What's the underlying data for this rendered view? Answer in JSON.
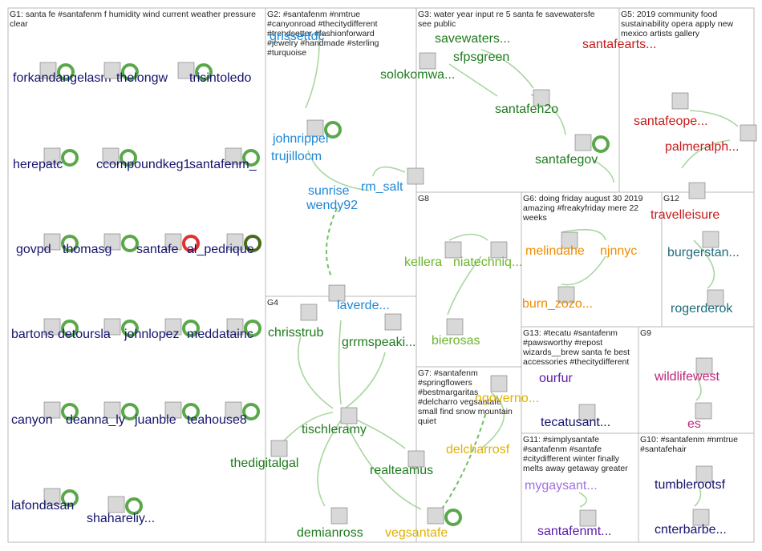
{
  "palette": {
    "navy": "#14146e",
    "blue": "#1e88d6",
    "green": "#1f7a1f",
    "dgreen": "#1a5c1a",
    "lgreen": "#6cb52b",
    "red": "#c81a1a",
    "orange": "#f08c00",
    "amber": "#e0b000",
    "purple": "#5c1aa8",
    "lpurple": "#a070e0",
    "teal": "#1c6b7a",
    "magenta": "#c0237a",
    "edge": "#a9d7a0"
  },
  "groups": [
    {
      "id": "G1",
      "text": "G1: santa fe #santafenm f humidity wind current weather pressure clear"
    },
    {
      "id": "G2",
      "text": "G2: #santafenm #nmtrue #canyonroad #thecitydifferent #trendsetter #fashionforward #jewelry #handmade #sterling #turquoise"
    },
    {
      "id": "G3",
      "text": "G3: water year input re 5 santa fe savewatersfe see public"
    },
    {
      "id": "G4",
      "text": "G4"
    },
    {
      "id": "G5",
      "text": "G5: 2019 community food sustainability opera apply new mexico artists gallery"
    },
    {
      "id": "G6",
      "text": "G6: doing friday august 30 2019 amazing #freakyfriday mere 22 weeks"
    },
    {
      "id": "G7",
      "text": "G7: #santafenm #springflowers #bestmargaritas #delcharro vegsantafe small find snow mountain quiet"
    },
    {
      "id": "G8",
      "text": "G8"
    },
    {
      "id": "G9",
      "text": "G9"
    },
    {
      "id": "G10",
      "text": "G10: #santafenm #nmtrue #santafehair"
    },
    {
      "id": "G11",
      "text": "G11: #simplysantafe #santafenm #santafe #citydifferent winter finally melts away getaway greater"
    },
    {
      "id": "G12",
      "text": "G12"
    },
    {
      "id": "G13",
      "text": "G13: #tecatu #santafenm #pawsworthy #repost wizards__brew santa fe best accessories #thecitydifferent"
    }
  ],
  "nodes": [
    {
      "id": "forkandangel",
      "label": "forkandangelasm",
      "color": "navy",
      "icon": "green"
    },
    {
      "id": "thelongw",
      "label": "thelongw",
      "color": "navy",
      "icon": "green"
    },
    {
      "id": "trisintoledo",
      "label": "trisintoledo",
      "color": "navy",
      "icon": "green"
    },
    {
      "id": "herepatc",
      "label": "herepatc",
      "color": "navy",
      "icon": "green"
    },
    {
      "id": "ccompoundkeg",
      "label": "ccompoundkeg1",
      "color": "navy",
      "icon": "green"
    },
    {
      "id": "santafenm_",
      "label": "santafenm_",
      "color": "navy",
      "icon": "green"
    },
    {
      "id": "govpd",
      "label": "govpd",
      "color": "navy",
      "icon": "green"
    },
    {
      "id": "thomasg",
      "label": "thomasg",
      "color": "navy",
      "icon": "green"
    },
    {
      "id": "santafe",
      "label": "santafe",
      "color": "navy",
      "icon": "red"
    },
    {
      "id": "al_pedrique",
      "label": "al_pedrique",
      "color": "navy",
      "icon": "olive"
    },
    {
      "id": "bartons",
      "label": "bartons",
      "color": "navy",
      "icon": "green"
    },
    {
      "id": "detoursla",
      "label": "detoursla",
      "color": "navy",
      "icon": "green"
    },
    {
      "id": "johnlopez",
      "label": "johnlopez",
      "color": "navy",
      "icon": "green"
    },
    {
      "id": "meddatainc",
      "label": "meddatainc",
      "color": "navy",
      "icon": "green"
    },
    {
      "id": "canyon",
      "label": "canyon",
      "color": "navy",
      "icon": "green"
    },
    {
      "id": "deanna_l",
      "label": "deanna_ly",
      "color": "navy",
      "icon": "green"
    },
    {
      "id": "juanble",
      "label": "juanble",
      "color": "navy",
      "icon": "green"
    },
    {
      "id": "teahouse",
      "label": "teahouse8",
      "color": "navy",
      "icon": "green"
    },
    {
      "id": "lafondasan",
      "label": "lafondasan",
      "color": "navy",
      "icon": "green"
    },
    {
      "id": "shahareliy",
      "label": "shahareliy...",
      "color": "navy",
      "icon": "green"
    },
    {
      "id": "grissettdc",
      "label": "grissettdc",
      "color": "blue",
      "icon": ""
    },
    {
      "id": "johnrippel",
      "label": "johnrippel",
      "color": "blue",
      "icon": "green"
    },
    {
      "id": "trujillocm",
      "label": "trujillocm",
      "color": "blue",
      "icon": ""
    },
    {
      "id": "sunrise",
      "label": "sunrise",
      "color": "blue",
      "icon": ""
    },
    {
      "id": "rm_salt",
      "label": "rm_salt",
      "color": "blue",
      "icon": ""
    },
    {
      "id": "wendy92",
      "label": "wendy92",
      "color": "blue",
      "icon": ""
    },
    {
      "id": "savewaters",
      "label": "savewaters...",
      "color": "green",
      "icon": ""
    },
    {
      "id": "sfpsgreen",
      "label": "sfpsgreen",
      "color": "green",
      "icon": ""
    },
    {
      "id": "solokomwa",
      "label": "solokomwa...",
      "color": "green",
      "icon": ""
    },
    {
      "id": "santafeh2o",
      "label": "santafeh2o",
      "color": "green",
      "icon": ""
    },
    {
      "id": "santafegov",
      "label": "santafegov",
      "color": "green",
      "icon": "green"
    },
    {
      "id": "santafearts",
      "label": "santafearts...",
      "color": "red",
      "icon": ""
    },
    {
      "id": "santafeope",
      "label": "santafeope...",
      "color": "red",
      "icon": ""
    },
    {
      "id": "palmeralph",
      "label": "palmeralph...",
      "color": "red",
      "icon": ""
    },
    {
      "id": "travelleisure",
      "label": "travelleisure",
      "color": "red",
      "icon": ""
    },
    {
      "id": "kellera",
      "label": "kellera",
      "color": "lgreen",
      "icon": ""
    },
    {
      "id": "niatechniq",
      "label": "niatechniq...",
      "color": "lgreen",
      "icon": ""
    },
    {
      "id": "bieroSas",
      "label": "bierosas",
      "color": "lgreen",
      "icon": ""
    },
    {
      "id": "melindahe",
      "label": "melindahe",
      "color": "orange",
      "icon": ""
    },
    {
      "id": "njnnyc",
      "label": "njnnyc",
      "color": "orange",
      "icon": ""
    },
    {
      "id": "burn_zozo",
      "label": "burn_zozo...",
      "color": "orange",
      "icon": ""
    },
    {
      "id": "burgerstan",
      "label": "burgerstan...",
      "color": "teal",
      "icon": ""
    },
    {
      "id": "rogerderok",
      "label": "rogerderok",
      "color": "teal",
      "icon": ""
    },
    {
      "id": "laverde",
      "label": "laverde...",
      "color": "blue",
      "icon": ""
    },
    {
      "id": "chrisstrub",
      "label": "chrisstrub",
      "color": "green",
      "icon": ""
    },
    {
      "id": "grrmspeaki",
      "label": "grrmspeaki...",
      "color": "green",
      "icon": ""
    },
    {
      "id": "tischleramy",
      "label": "tischleramy",
      "color": "green",
      "icon": ""
    },
    {
      "id": "thedigitalgal",
      "label": "thedigitalgal",
      "color": "green",
      "icon": ""
    },
    {
      "id": "realteamus",
      "label": "realteamus",
      "color": "green",
      "icon": ""
    },
    {
      "id": "demianross",
      "label": "demianross",
      "color": "green",
      "icon": ""
    },
    {
      "id": "vegsantafe",
      "label": "vegsantafe",
      "color": "amber",
      "icon": "green"
    },
    {
      "id": "ngoverno",
      "label": "ngoverno...",
      "color": "amber",
      "icon": ""
    },
    {
      "id": "delcharrosf",
      "label": "delcharrosf",
      "color": "amber",
      "icon": ""
    },
    {
      "id": "ourfur",
      "label": "ourfur",
      "color": "purple",
      "icon": ""
    },
    {
      "id": "tecatusant",
      "label": "tecatusant...",
      "color": "navy",
      "icon": ""
    },
    {
      "id": "wildlifewest",
      "label": "wildlifewest",
      "color": "magenta",
      "icon": ""
    },
    {
      "id": "es",
      "label": "es",
      "color": "magenta",
      "icon": ""
    },
    {
      "id": "mygaysant",
      "label": "mygaysant...",
      "color": "lpurple",
      "icon": ""
    },
    {
      "id": "santafenmt",
      "label": "santafenmt...",
      "color": "purple",
      "icon": ""
    },
    {
      "id": "tumblerootsf",
      "label": "tumblerootsf",
      "color": "navy",
      "icon": ""
    },
    {
      "id": "cnterbarbe",
      "label": "cnterbarbe...",
      "color": "navy",
      "icon": ""
    }
  ]
}
